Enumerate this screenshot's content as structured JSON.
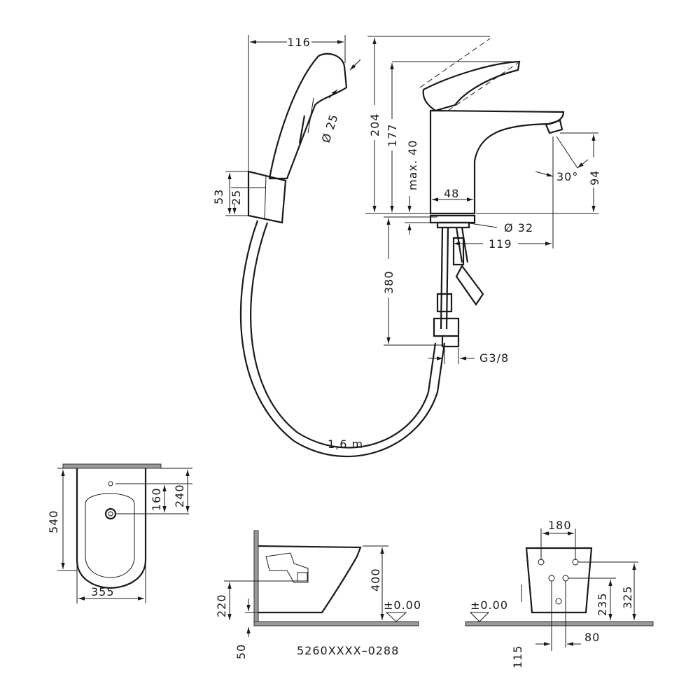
{
  "faucet": {
    "handshower_width": "116",
    "nozzle_diameter": "Ø 25",
    "total_height": "204",
    "spout_height": "177",
    "max_deck": "max. 40",
    "spout_angle": "30°",
    "outlet_height": "94",
    "body_width": "48",
    "holder_height": "53",
    "holder_inner": "25",
    "hole_diameter": "Ø 32",
    "projection": "119",
    "hose_length_under": "380",
    "connection": "G3/8",
    "hose_length": "1,6 m"
  },
  "bidet_top": {
    "depth": "540",
    "hole_to_wall_1": "160",
    "hole_to_wall_2": "240",
    "width": "355"
  },
  "bidet_side": {
    "height": "400",
    "drain_height": "220",
    "floor_offset": "50",
    "zero_level": "±0.00",
    "code": "5260XXXX–0288"
  },
  "bidet_front": {
    "bolt_spacing": "180",
    "upper_bolt_height": "325",
    "lower_bolt_height": "235",
    "zero_level": "±0.00",
    "offset_left": "115",
    "offset_right": "80"
  }
}
